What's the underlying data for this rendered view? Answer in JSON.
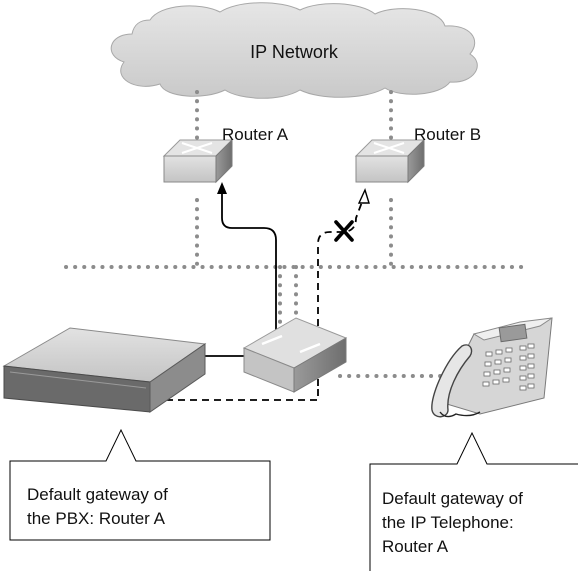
{
  "network": {
    "label": "IP Network"
  },
  "routers": {
    "a_label": "Router A",
    "b_label": "Router B"
  },
  "callouts": {
    "pbx": {
      "line1": "Default gateway of",
      "line2": "the PBX: Router A"
    },
    "phone": {
      "line1": "Default gateway of",
      "line2": "the IP Telephone:",
      "line3": "Router A"
    }
  },
  "colors": {
    "cloud": "#d9d9d9",
    "device_face": "#cfcfcf",
    "device_dark": "#7a7a7a",
    "dotted_link": "#8c8c8c",
    "path": "#000000"
  }
}
